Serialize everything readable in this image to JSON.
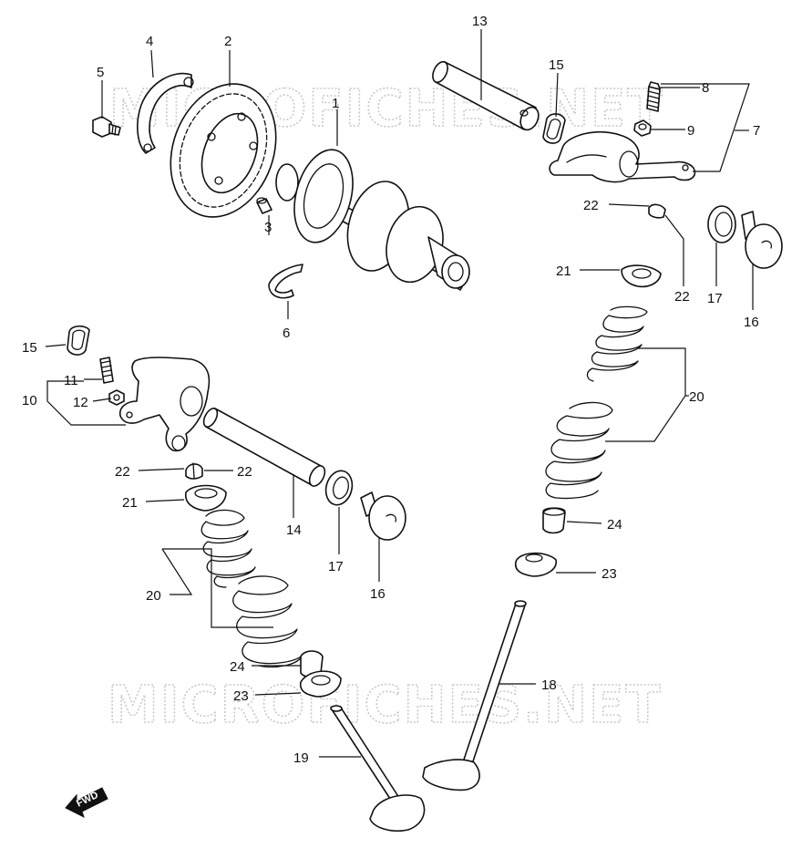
{
  "watermark": "MICROFICHES.NET",
  "fwd_label": "FWD",
  "callouts": {
    "c1": "1",
    "c2": "2",
    "c3": "3",
    "c4": "4",
    "c5": "5",
    "c6": "6",
    "c7": "7",
    "c8": "8",
    "c9": "9",
    "c10": "10",
    "c11": "11",
    "c12": "12",
    "c13": "13",
    "c14": "14",
    "c15a": "15",
    "c15b": "15",
    "c16a": "16",
    "c16b": "16",
    "c17a": "17",
    "c17b": "17",
    "c18": "18",
    "c19": "19",
    "c20a": "20",
    "c20b": "20",
    "c21a": "21",
    "c21b": "21",
    "c22a": "22",
    "c22b": "22",
    "c22c": "22",
    "c22d": "22",
    "c23a": "23",
    "c23b": "23",
    "c24a": "24",
    "c24b": "24"
  }
}
